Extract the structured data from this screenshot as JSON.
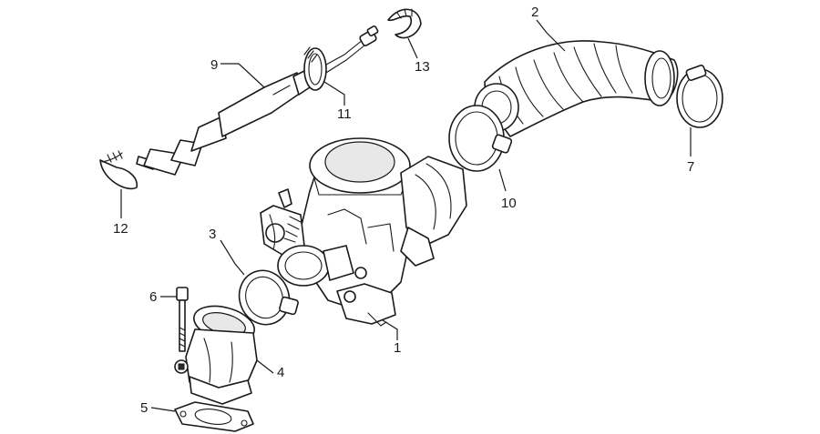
{
  "diagram": {
    "callouts": [
      {
        "id": "p1",
        "label": "1"
      },
      {
        "id": "p2",
        "label": "2"
      },
      {
        "id": "p3",
        "label": "3"
      },
      {
        "id": "p4",
        "label": "4"
      },
      {
        "id": "p5",
        "label": "5"
      },
      {
        "id": "p6",
        "label": "6"
      },
      {
        "id": "p7",
        "label": "7"
      },
      {
        "id": "p9",
        "label": "9"
      },
      {
        "id": "p10",
        "label": "10"
      },
      {
        "id": "p11",
        "label": "11"
      },
      {
        "id": "p12",
        "label": "12"
      },
      {
        "id": "p13",
        "label": "13"
      }
    ]
  }
}
